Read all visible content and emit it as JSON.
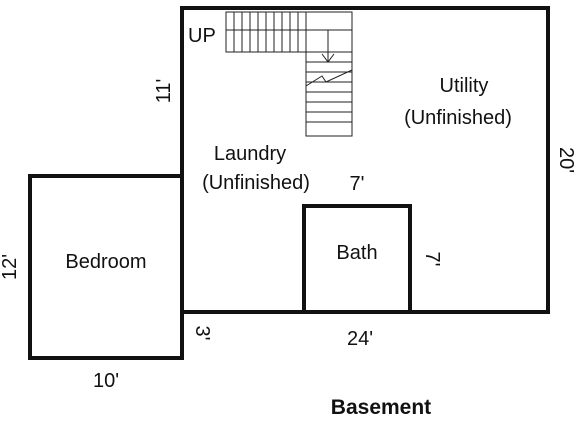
{
  "floor": {
    "title": "Basement",
    "rooms": {
      "bedroom": "Bedroom",
      "laundry": [
        "Laundry",
        "(Unfinished)"
      ],
      "utility": [
        "Utility",
        "(Unfinished)"
      ],
      "bath": "Bath"
    },
    "stairs": {
      "label": "UP"
    },
    "dimensions": {
      "main_height_upper": "11'",
      "main_height_total": "20'",
      "main_width": "24'",
      "bedroom_height": "12'",
      "bedroom_width": "10'",
      "offset": "3'",
      "bath_width": "7'",
      "bath_height": "7'"
    }
  }
}
